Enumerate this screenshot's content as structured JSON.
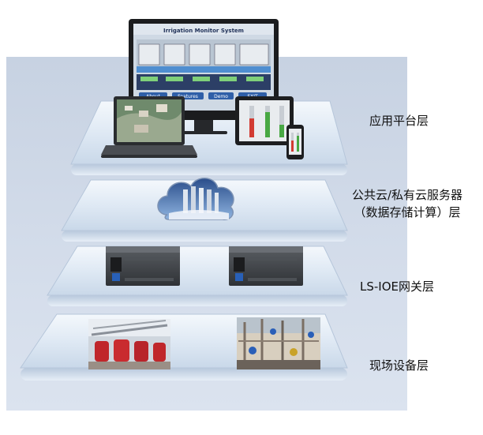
{
  "layers": [
    {
      "id": "application",
      "label": "应用平台层"
    },
    {
      "id": "cloud",
      "label_line1": "公共云/私有云服务器",
      "label_line2": "（数据存储计算）层"
    },
    {
      "id": "gateway",
      "label": "LS-IOE网关层"
    },
    {
      "id": "field",
      "label": "现场设备层"
    }
  ],
  "monitor": {
    "screen_title": "Irrigation Monitor System",
    "buttons": [
      "About",
      "Features",
      "Demo",
      "EXIT"
    ]
  },
  "colors": {
    "backdrop": "#cfd8e6",
    "platform_top": "#e4eef8",
    "platform_edge": "#aebfd4",
    "device_dark": "#3a3d40"
  }
}
